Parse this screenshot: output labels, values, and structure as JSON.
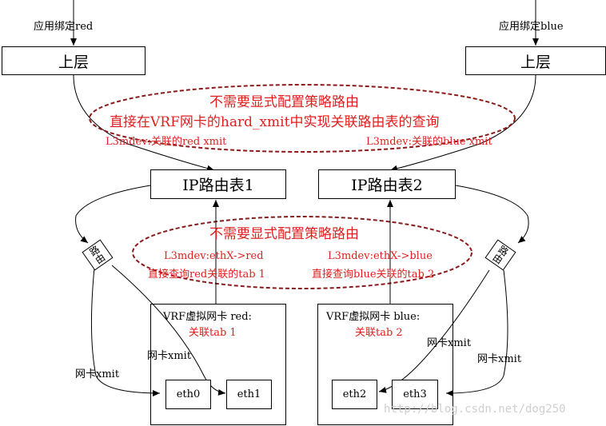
{
  "app_binding": {
    "left": "应用绑定red",
    "right": "应用绑定blue"
  },
  "upper_layer": {
    "left": "上层",
    "right": "上层"
  },
  "top_ellipse": {
    "line1": "不需要显式配置策略路由",
    "line2": "直接在VRF网卡的hard_xmit中实现关联路由表的查询"
  },
  "l3mdev_top": {
    "left": "L3mdev:关联的red xmit",
    "right": "L3mdev:关联的blue xmit"
  },
  "route_tables": {
    "left": "IP路由表1",
    "right": "IP路由表2"
  },
  "mid_ellipse": {
    "title": "不需要显式配置策略路由",
    "left_line1": "L3mdev:ethX->red",
    "left_line2": "直接查询red关联的tab 1",
    "right_line1": "L3mdev:ethX->blue",
    "right_line2": "直接查询blue关联的tab 2"
  },
  "routing_labels": {
    "left": [
      "路",
      "由"
    ],
    "right": [
      "路",
      "由"
    ]
  },
  "vrf_red": {
    "title": "VRF虚拟网卡 red:",
    "assoc": "关联tab 1",
    "nic_xmit": "网卡xmit",
    "eth0": "eth0",
    "eth1": "eth1"
  },
  "vrf_blue": {
    "title": "VRF虚拟网卡 blue:",
    "assoc": "关联tab 2",
    "nic_xmit": "网卡xmit",
    "eth2": "eth2",
    "eth3": "eth3"
  },
  "outer_xmit": {
    "left": "网卡xmit",
    "right": "网卡xmit"
  },
  "watermark": "http://blog.csdn.net/dog250",
  "colors": {
    "accent_red": "#e02020",
    "ellipse_border": "#8b1a1a",
    "line": "#000000"
  }
}
